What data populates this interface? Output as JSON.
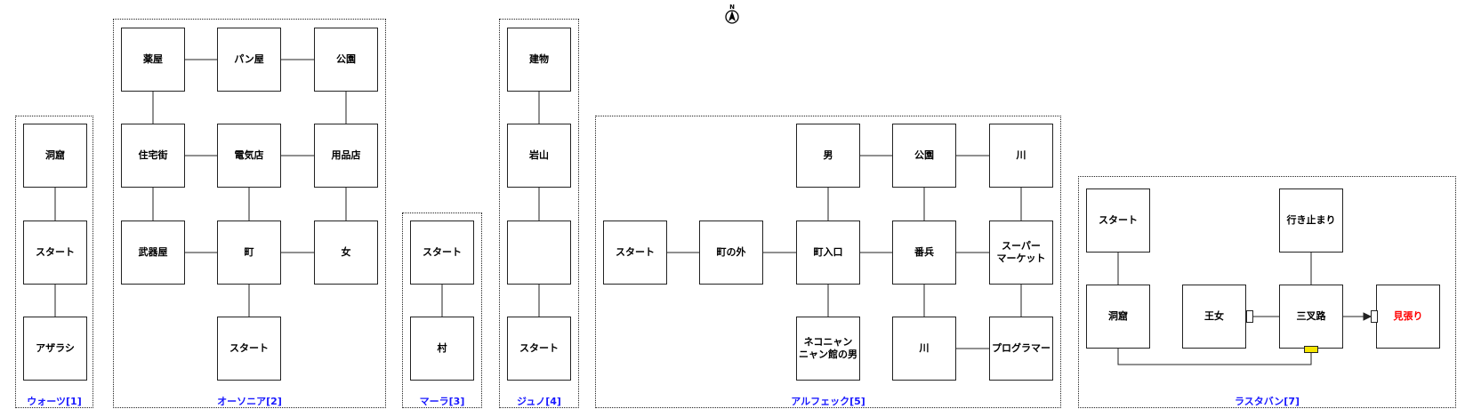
{
  "compass": {
    "label": "N"
  },
  "regions": [
    {
      "id": "r1",
      "label": "ウォーツ[1]"
    },
    {
      "id": "r2",
      "label": "オーソニア[2]"
    },
    {
      "id": "r3",
      "label": "マーラ[3]"
    },
    {
      "id": "r4",
      "label": "ジュノ[4]"
    },
    {
      "id": "r5",
      "label": "アルフェック[5]"
    },
    {
      "id": "r7",
      "label": "ラスタバン[7]"
    }
  ],
  "nodes": {
    "r1": [
      "洞窟",
      "スタート",
      "アザラシ"
    ],
    "r2": [
      "薬屋",
      "パン屋",
      "公園",
      "住宅街",
      "電気店",
      "用品店",
      "武器屋",
      "町",
      "女",
      "スタート"
    ],
    "r3": [
      "スタート",
      "村"
    ],
    "r4": [
      "建物",
      "岩山",
      "",
      "スタート"
    ],
    "r5": [
      "男",
      "公園",
      "川",
      "スタート",
      "町の外",
      "町入口",
      "番兵",
      "スーパー\nマーケット",
      "ネコニャン\nニャン館の男",
      "川",
      "プログラマー"
    ],
    "r7": [
      "スタート",
      "行き止まり",
      "洞窟",
      "王女",
      "三叉路",
      "見張り"
    ]
  },
  "colors": {
    "region_label": "#1a1aff",
    "warning_text": "#ff0000",
    "key_door": "#f6e600",
    "line": "#222222"
  }
}
